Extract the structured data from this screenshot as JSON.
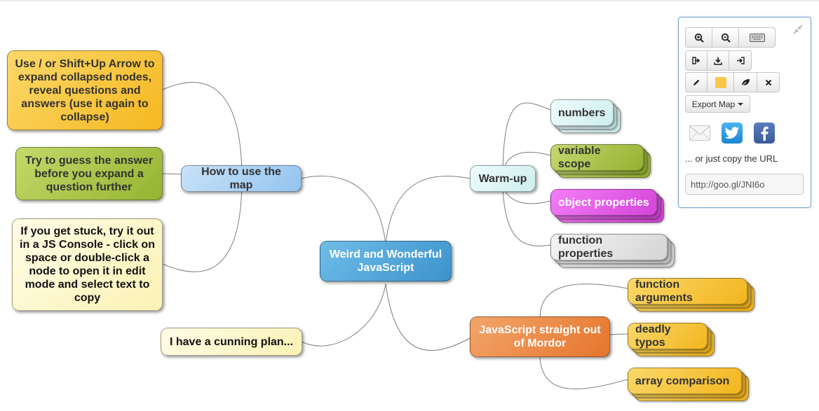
{
  "map": {
    "central": "Weird and Wonderful JavaScript",
    "left_branch": {
      "label": "How to use the map",
      "children": [
        "Use / or Shift+Up Arrow to expand collapsed nodes, reveal questions and answers (use it again to collapse)",
        "Try to guess the answer before you expand a question further",
        "If you get stuck, try it out in a JS Console - click on space or double-click a node to open it in edit mode and select text to copy"
      ]
    },
    "left_leaf": "I have a cunning plan...",
    "warmup": {
      "label": "Warm-up",
      "children": [
        "numbers",
        "variable scope",
        "object properties",
        "function properties"
      ]
    },
    "mordor": {
      "label": "JavaScript straight out of Mordor",
      "children": [
        "function arguments",
        "deadly typos",
        "array comparison"
      ]
    }
  },
  "toolbar": {
    "export_label": "Export Map",
    "copy_text": "... or just copy the URL",
    "url_value": "http://goo.gl/JNI6o",
    "selected_color": "#f9c74a",
    "icons": {
      "zoom_in": "zoom-in-icon",
      "zoom_out": "zoom-out-icon",
      "keyboard": "keyboard-icon",
      "share_out": "share-out-icon",
      "download": "download-icon",
      "sign_in": "sign-in-icon",
      "edit": "pencil-icon",
      "color": "color-swatch",
      "leaf": "leaf-icon",
      "close": "close-icon",
      "collapse": "collapse-icon",
      "email": "email-icon",
      "twitter": "twitter-icon",
      "facebook": "facebook-icon"
    }
  }
}
